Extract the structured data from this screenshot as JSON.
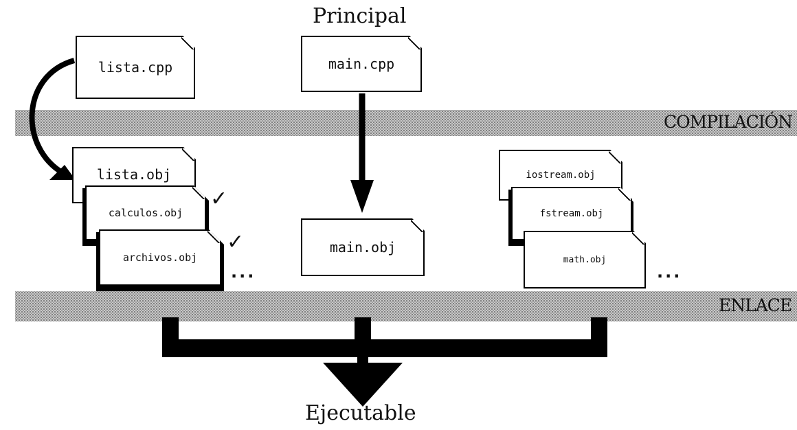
{
  "stages": {
    "compile_label": "COMPILACIÓN",
    "link_label": "ENLACE"
  },
  "top": {
    "principal_label": "Principal"
  },
  "sources": {
    "lista_cpp": "lista.cpp",
    "main_cpp": "main.cpp"
  },
  "objects_left": [
    "lista.obj",
    "calculos.obj",
    "archivos.obj"
  ],
  "object_main": "main.obj",
  "objects_right": [
    "iostream.obj",
    "fstream.obj",
    "math.obj"
  ],
  "ellipsis": "...",
  "checkmark": "✓",
  "result_label": "Ejecutable"
}
